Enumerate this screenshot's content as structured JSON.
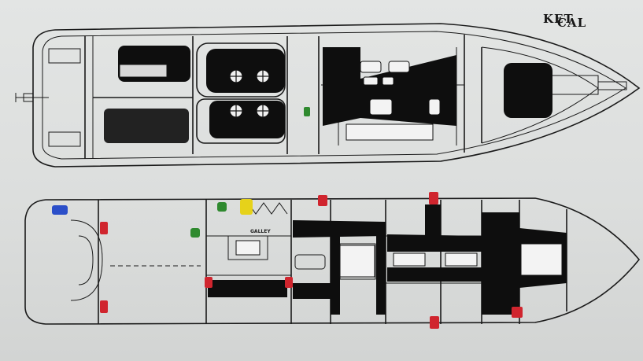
{
  "title_lines": [
    "CAL",
    "KET"
  ],
  "decks": [
    {
      "name": "upper-deck"
    },
    {
      "name": "lower-deck"
    }
  ],
  "room_labels": {
    "galley": "GALLEY"
  },
  "markers": {
    "colors": {
      "red": "#d0252e",
      "blue": "#2b4fc9",
      "green": "#2f8a2f",
      "yellow": "#e6d21a"
    }
  }
}
